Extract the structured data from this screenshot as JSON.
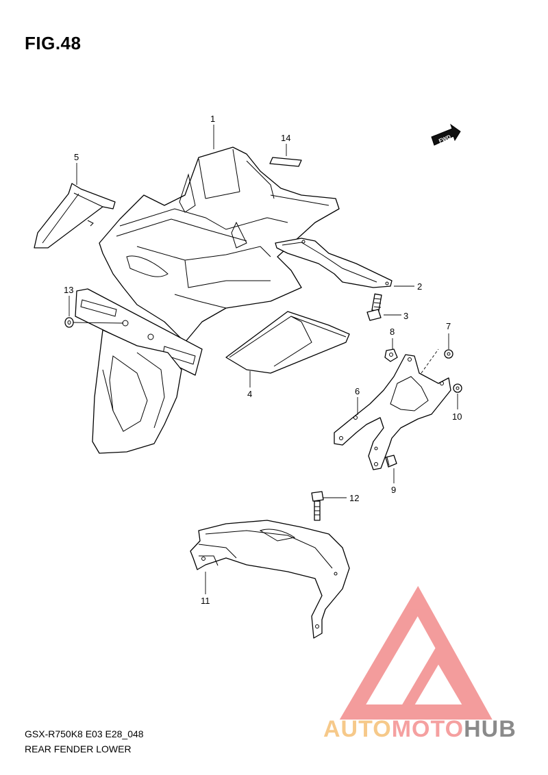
{
  "figure": {
    "title": "FIG.48",
    "model_code": "GSX-R750K8 E03 E28_048",
    "section_name": "REAR FENDER LOWER",
    "direction_label": "FWD"
  },
  "callouts": [
    {
      "id": "1",
      "label": "1"
    },
    {
      "id": "2",
      "label": "2"
    },
    {
      "id": "3",
      "label": "3"
    },
    {
      "id": "4",
      "label": "4"
    },
    {
      "id": "5",
      "label": "5"
    },
    {
      "id": "6",
      "label": "6"
    },
    {
      "id": "7",
      "label": "7"
    },
    {
      "id": "8",
      "label": "8"
    },
    {
      "id": "9",
      "label": "9"
    },
    {
      "id": "10",
      "label": "10"
    },
    {
      "id": "11",
      "label": "11"
    },
    {
      "id": "12",
      "label": "12"
    },
    {
      "id": "13",
      "label": "13"
    },
    {
      "id": "14",
      "label": "14"
    }
  ],
  "watermark": {
    "part1": "AUTO",
    "part2": "MOTO",
    "part3": "HUB",
    "color_part1": "#f6c98a",
    "color_part2": "#f5a0a0",
    "color_part3": "#8a8a8a",
    "logo_color": "#f28b8b"
  }
}
